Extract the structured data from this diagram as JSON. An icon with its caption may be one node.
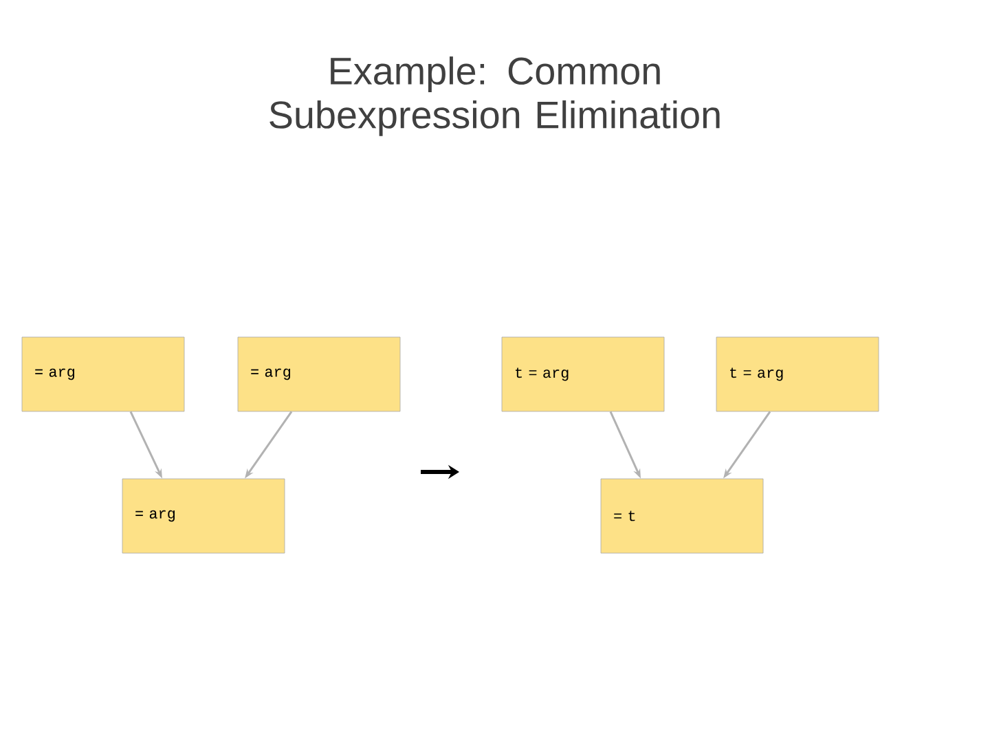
{
  "diagram": {
    "title": "Example: Common Subexpression Elimination",
    "nodes": [
      {
        "text": [
          "= arg"
        ]
      },
      {
        "text": [
          "= arg"
        ]
      },
      {
        "text": [
          "= arg"
        ]
      },
      {
        "text": [
          "t = arg"
        ]
      },
      {
        "text": [
          "t = arg"
        ]
      },
      {
        "text": [
          "= t"
        ]
      }
    ],
    "edges": [
      {
        "from": 0,
        "to": 2,
        "arrow": "to"
      },
      {
        "from": 1,
        "to": 2,
        "arrow": "to"
      },
      {
        "from": 3,
        "to": 5,
        "arrow": "to"
      },
      {
        "from": 4,
        "to": 5,
        "arrow": "to"
      }
    ]
  }
}
